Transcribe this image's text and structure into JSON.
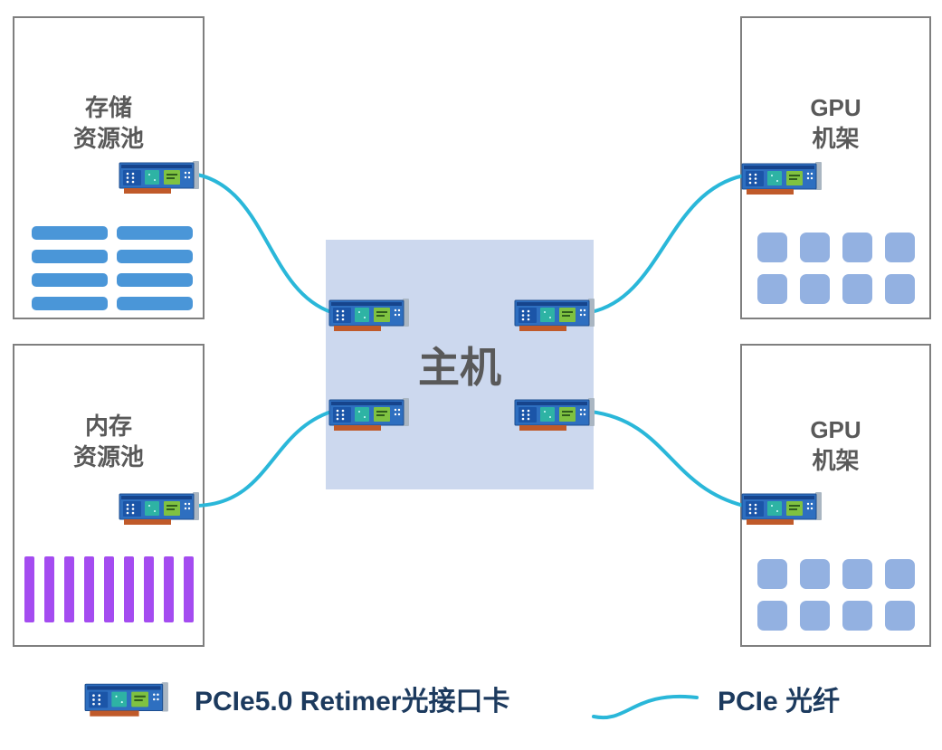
{
  "diagram": {
    "storage_pool": {
      "label_line1": "存储",
      "label_line2": "资源池",
      "disk_count": 8
    },
    "memory_pool": {
      "label_line1": "内存",
      "label_line2": "资源池",
      "dimm_count": 9
    },
    "host": {
      "label": "主机",
      "card_count": 4
    },
    "gpu_rack_top": {
      "label_line1": "GPU",
      "label_line2": "机架",
      "gpu_count": 8
    },
    "gpu_rack_bottom": {
      "label_line1": "GPU",
      "label_line2": "机架",
      "gpu_count": 8
    }
  },
  "legend": {
    "card_label": "PCIe5.0 Retimer光接口卡",
    "fiber_label": "PCIe 光纤"
  },
  "icons": {
    "pcie_card": "pcie-retimer-card-icon",
    "fiber": "optical-fiber-line"
  },
  "colors": {
    "fiber": "#2ab7d9",
    "disk_bar": "#4a96d8",
    "gpu_tile": "#93b1e1",
    "dimm_bar": "#a44cf0",
    "host_fill": "#ccd8ee",
    "box_border": "#7f7f7f",
    "pool_label": "#595959",
    "legend_text": "#1c3a5e"
  }
}
